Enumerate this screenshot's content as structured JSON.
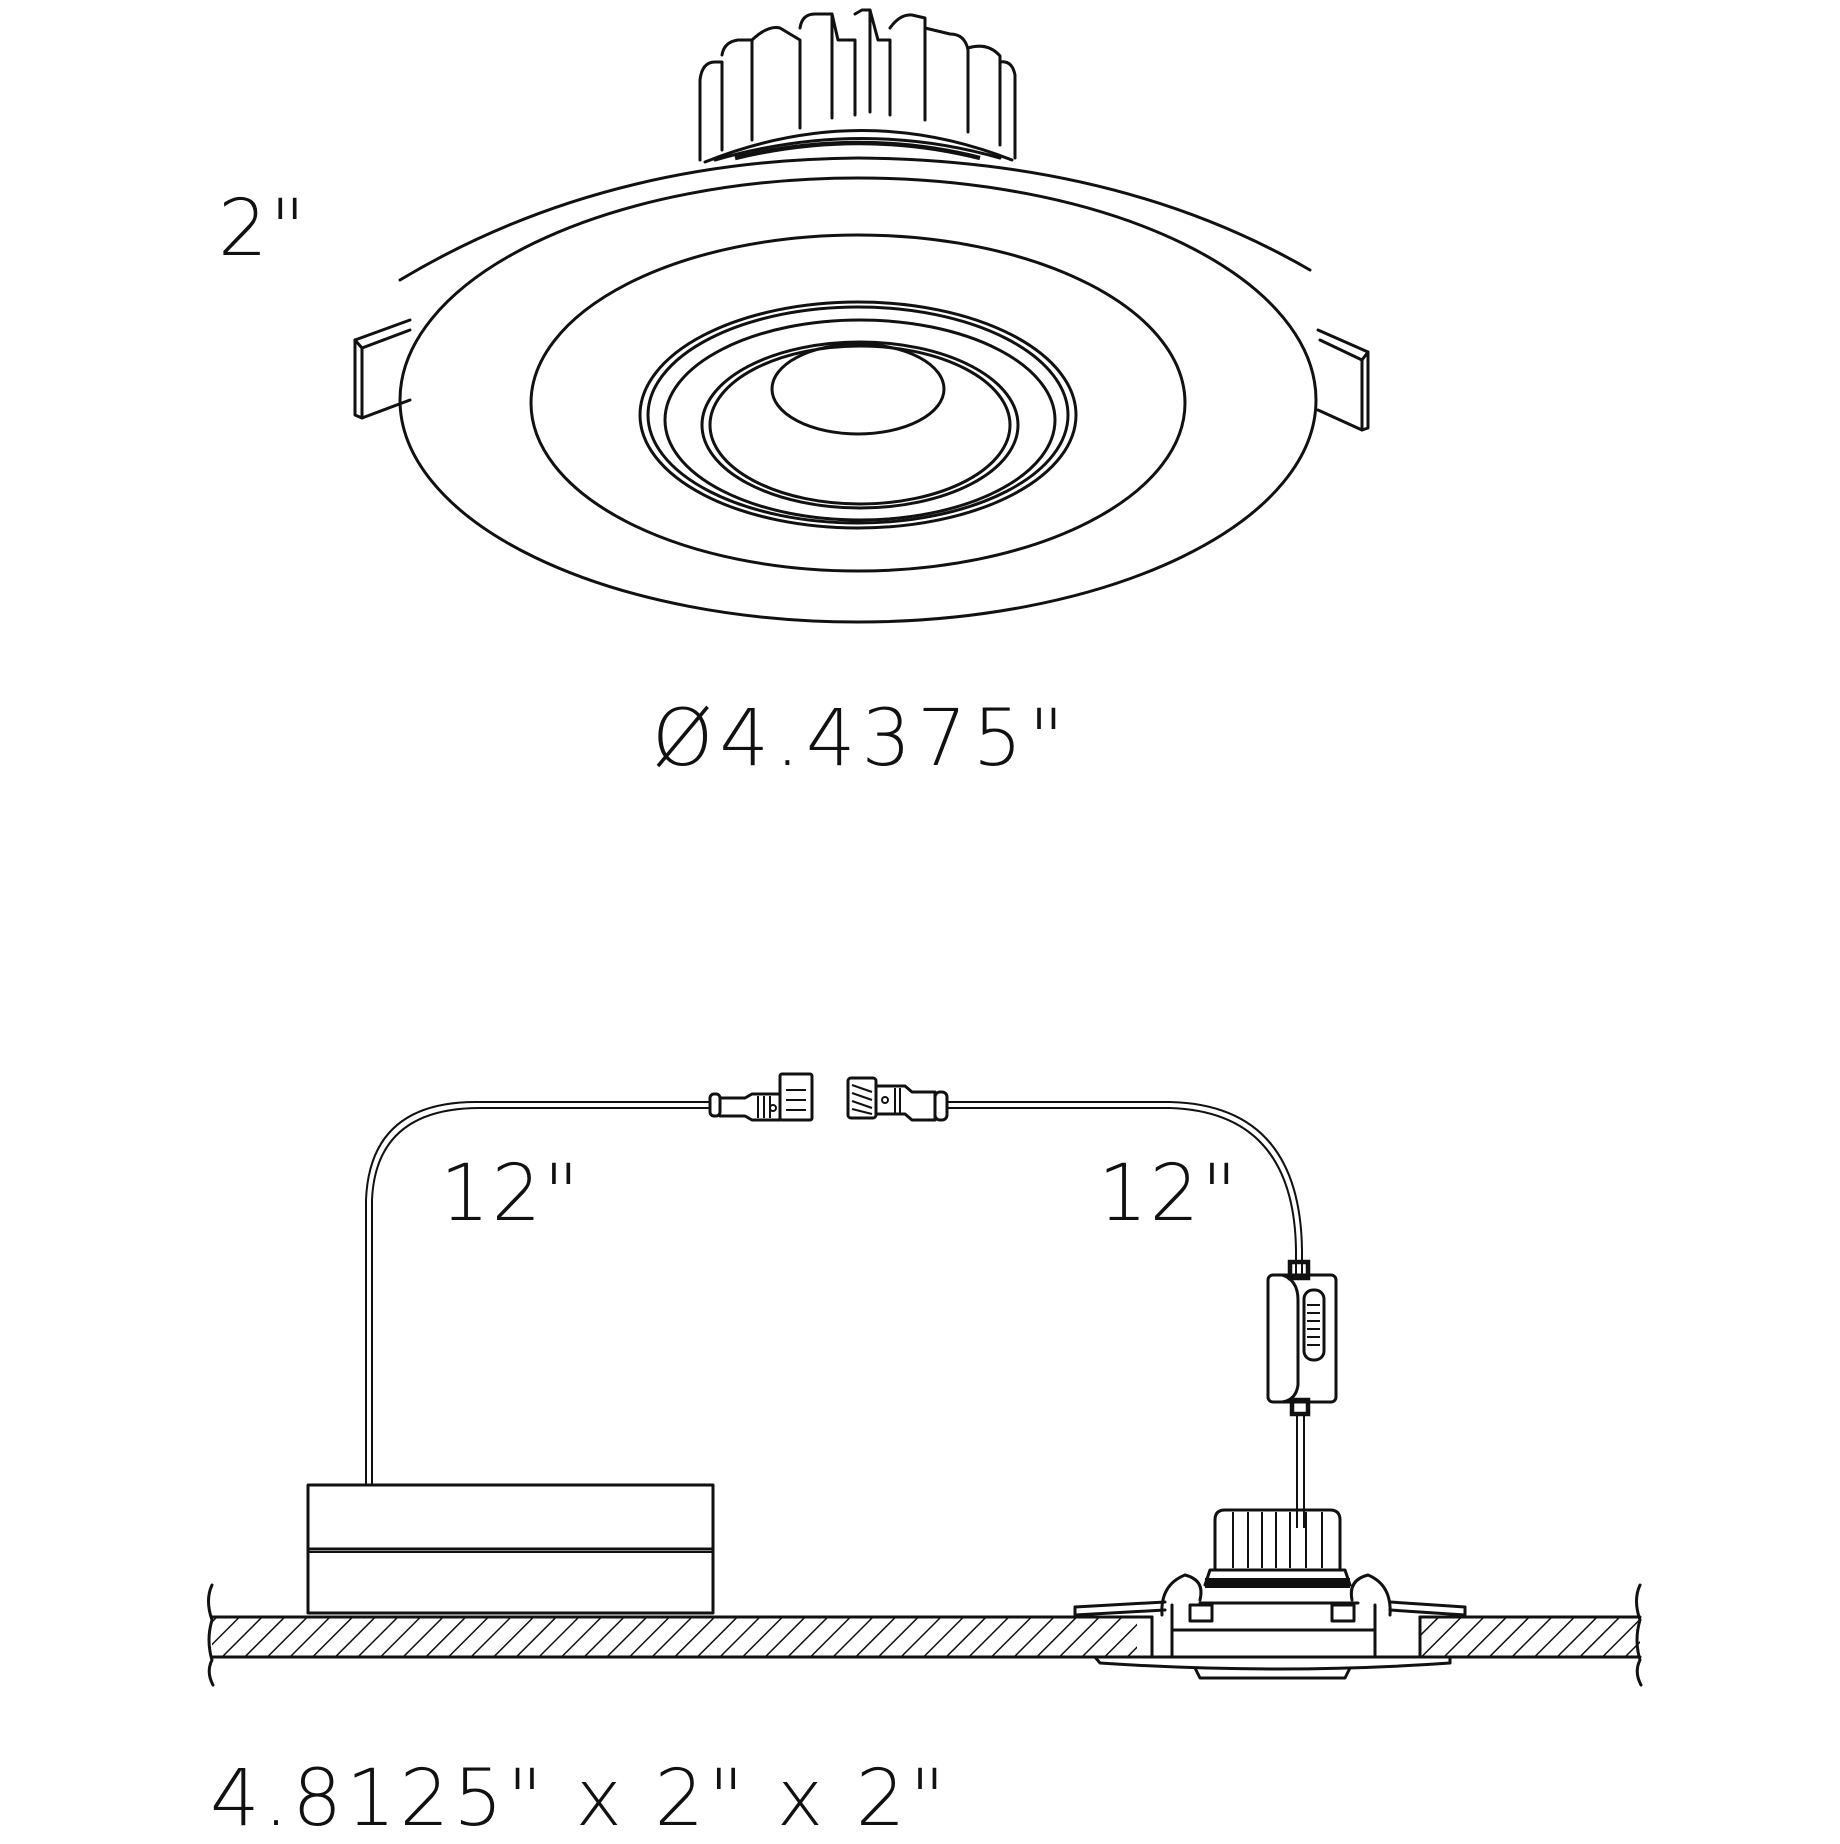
{
  "diagram": {
    "type": "product dimension drawing",
    "subject": "recessed adjustable LED downlight with remote driver",
    "top_view": {
      "height_label": "2\"",
      "diameter_label": "Ø4.4375\""
    },
    "installation_view": {
      "cable_left_label": "12\"",
      "cable_right_label": "12\"",
      "driver_box_label": "4.8125\" x 2\" x 2\""
    },
    "components": [
      "heat-sink",
      "trim-flange",
      "gimbal-lens",
      "spring-clips",
      "quick-connectors",
      "inline-switch",
      "driver-junction-box",
      "ceiling-section"
    ],
    "colors": {
      "line": "#111111",
      "background": "#ffffff"
    }
  }
}
